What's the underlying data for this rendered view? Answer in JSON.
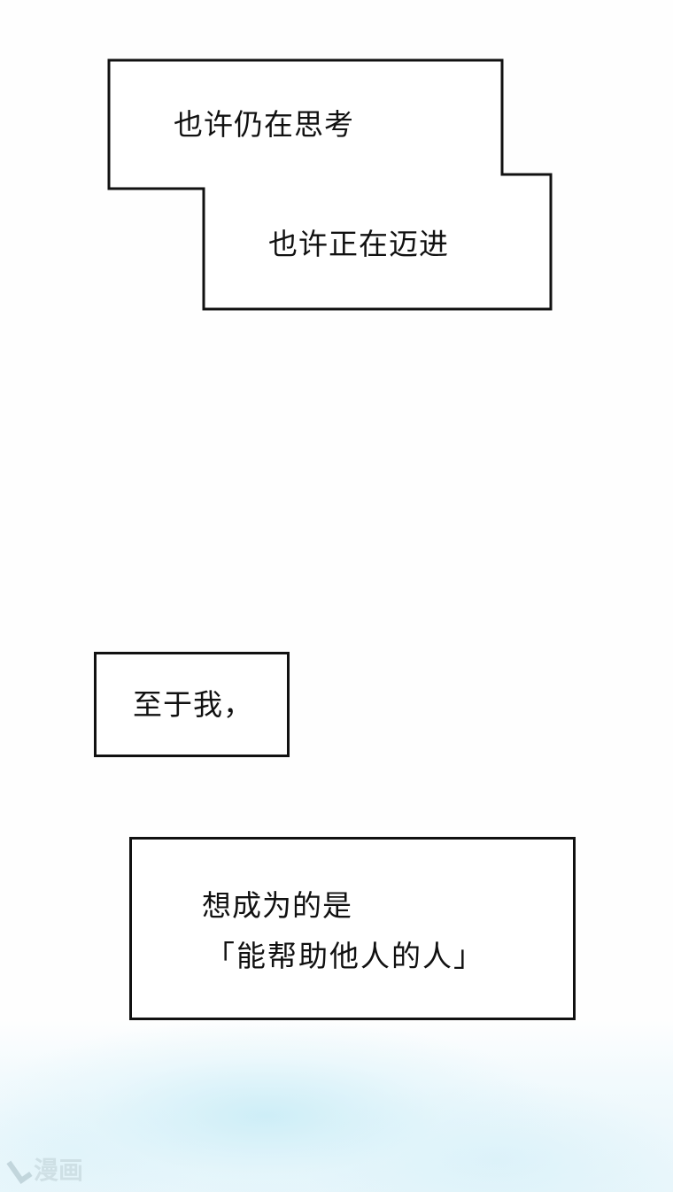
{
  "page": {
    "background": "#fefefe",
    "sky_tint": "#e8f6fb"
  },
  "captions": {
    "box1": {
      "line1": "也许仍在思考",
      "line2": "也许正在迈进"
    },
    "box2": {
      "line1": "至于我，"
    },
    "box3": {
      "line1": "想成为的是",
      "line2": "「能帮助他人的人」"
    }
  },
  "watermark": {
    "icon": "checkmark-logo-icon",
    "text": "漫画"
  }
}
